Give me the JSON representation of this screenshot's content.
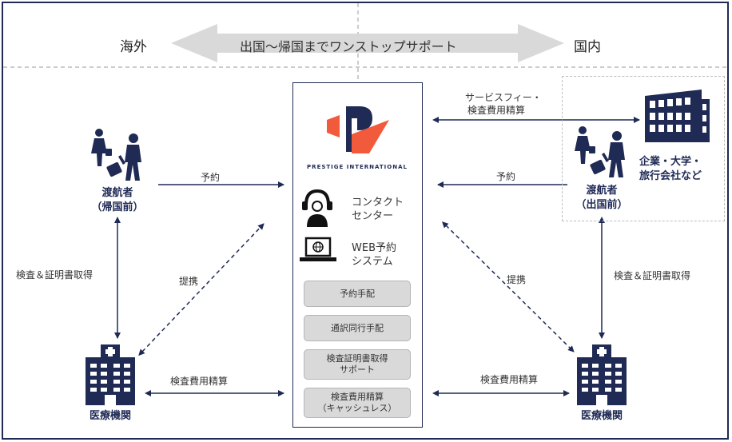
{
  "banner": {
    "left_region": "海外",
    "right_region": "国内",
    "center_text": "出国～帰国までワンストップサポート"
  },
  "center": {
    "brand": "PRESTIGE INTERNATIONAL",
    "services": [
      {
        "icon": "headset-operator-icon",
        "lines": [
          "コンタクト",
          "センター"
        ]
      },
      {
        "icon": "laptop-globe-icon",
        "lines": [
          "WEB予約",
          "システム"
        ]
      }
    ],
    "steps": [
      {
        "lines": [
          "予約手配"
        ]
      },
      {
        "lines": [
          "通訳同行手配"
        ]
      },
      {
        "lines": [
          "検査証明書取得",
          "サポート"
        ]
      },
      {
        "lines": [
          "検査費用精算",
          "（キャッシュレス）"
        ]
      }
    ]
  },
  "left": {
    "traveler": [
      "渡航者",
      "（帰国前）"
    ],
    "hospital": "医療機関",
    "reserve_label": "予約",
    "test_label": "検査＆証明書取得",
    "partner_label": "提携",
    "settle_label": "検査費用精算"
  },
  "right": {
    "traveler": [
      "渡航者",
      "（出国前）"
    ],
    "corporate": [
      "企業・大学・",
      "旅行会社など"
    ],
    "fee_label": [
      "サービスフィー・",
      "検査費用精算"
    ],
    "hospital": "医療機関",
    "reserve_label": "予約",
    "test_label": "検査＆証明書取得",
    "partner_label": "提携",
    "settle_label": "検査費用精算"
  },
  "colors": {
    "navy": "#1f2a55",
    "accent": "#f15a3b",
    "arrow_gray": "#d9d9d9",
    "pill_gray": "#d9d9d9"
  }
}
